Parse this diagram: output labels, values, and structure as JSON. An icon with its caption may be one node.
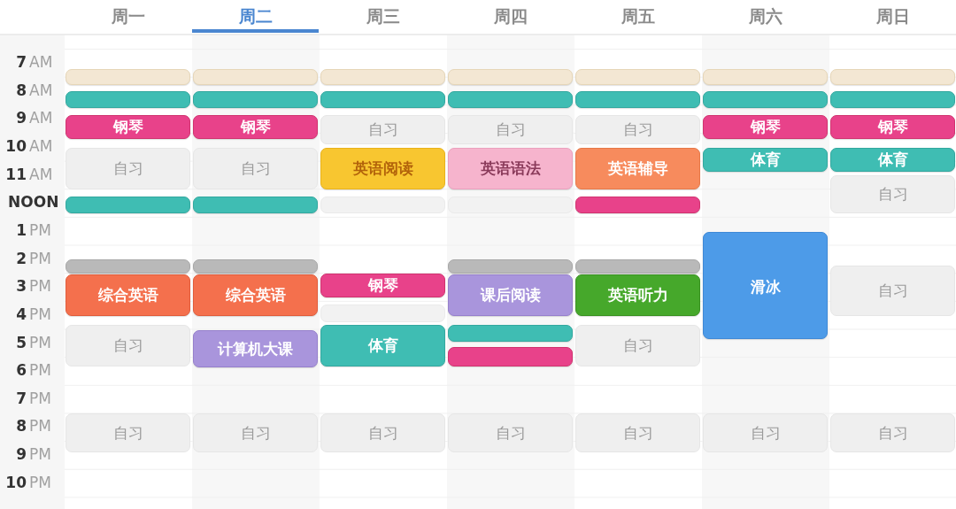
{
  "diagram": {
    "nodes": [
      {
        "text": [],
        "shape": "bar"
      },
      {
        "text": [],
        "shape": "bar"
      },
      {
        "text": [
          "钢琴"
        ]
      },
      {
        "text": [
          "自习"
        ]
      },
      {
        "text": [],
        "shape": "bar"
      },
      {
        "text": [],
        "shape": "bar"
      },
      {
        "text": [
          "综合英语"
        ]
      },
      {
        "text": [
          "自习"
        ]
      },
      {
        "text": [
          "自习"
        ]
      },
      {
        "text": [],
        "shape": "bar"
      },
      {
        "text": [],
        "shape": "bar"
      },
      {
        "text": [
          "钢琴"
        ]
      },
      {
        "text": [
          "自习"
        ]
      },
      {
        "text": [],
        "shape": "bar"
      },
      {
        "text": [],
        "shape": "bar"
      },
      {
        "text": [
          "综合英语"
        ]
      },
      {
        "text": [
          "计算机大课"
        ]
      },
      {
        "text": [
          "自习"
        ]
      },
      {
        "text": [],
        "shape": "bar"
      },
      {
        "text": [],
        "shape": "bar"
      },
      {
        "text": [
          "自习"
        ]
      },
      {
        "text": [
          "英语阅读"
        ]
      },
      {
        "text": [],
        "shape": "bar"
      },
      {
        "text": [
          "钢琴"
        ]
      },
      {
        "text": [],
        "shape": "bar"
      },
      {
        "text": [
          "体育"
        ]
      },
      {
        "text": [
          "自习"
        ]
      },
      {
        "text": [],
        "shape": "bar"
      },
      {
        "text": [],
        "shape": "bar"
      },
      {
        "text": [
          "自习"
        ]
      },
      {
        "text": [
          "英语语法"
        ]
      },
      {
        "text": [],
        "shape": "bar"
      },
      {
        "text": [],
        "shape": "bar"
      },
      {
        "text": [
          "课后阅读"
        ]
      },
      {
        "text": [],
        "shape": "bar"
      },
      {
        "text": [],
        "shape": "bar"
      },
      {
        "text": [
          "自习"
        ]
      },
      {
        "text": [],
        "shape": "bar"
      },
      {
        "text": [],
        "shape": "bar"
      },
      {
        "text": [
          "自习"
        ]
      },
      {
        "text": [
          "英语辅导"
        ]
      },
      {
        "text": [],
        "shape": "bar"
      },
      {
        "text": [],
        "shape": "bar"
      },
      {
        "text": [
          "英语听力"
        ]
      },
      {
        "text": [
          "自习"
        ]
      },
      {
        "text": [
          "自习"
        ]
      },
      {
        "text": [],
        "shape": "bar"
      },
      {
        "text": [],
        "shape": "bar"
      },
      {
        "text": [
          "钢琴"
        ]
      },
      {
        "text": [
          "体育"
        ]
      },
      {
        "text": [
          "滑冰"
        ]
      },
      {
        "text": [
          "自习"
        ]
      },
      {
        "text": [],
        "shape": "bar"
      },
      {
        "text": [],
        "shape": "bar"
      },
      {
        "text": [
          "钢琴"
        ]
      },
      {
        "text": [
          "体育"
        ]
      },
      {
        "text": [
          "自习"
        ]
      },
      {
        "text": [
          "自习"
        ]
      },
      {
        "text": [
          "自习"
        ]
      }
    ],
    "labels": [
      "周一",
      "周二",
      "周三",
      "周四",
      "周五",
      "周六",
      "周日",
      "7",
      "AM",
      "8",
      "AM",
      "9",
      "AM",
      "10",
      "AM",
      "11",
      "AM",
      "NOON",
      "1",
      "PM",
      "2",
      "PM",
      "3",
      "PM",
      "4",
      "PM",
      "5",
      "PM",
      "6",
      "PM",
      "7",
      "PM",
      "8",
      "PM",
      "9",
      "PM",
      "10",
      "PM"
    ]
  }
}
